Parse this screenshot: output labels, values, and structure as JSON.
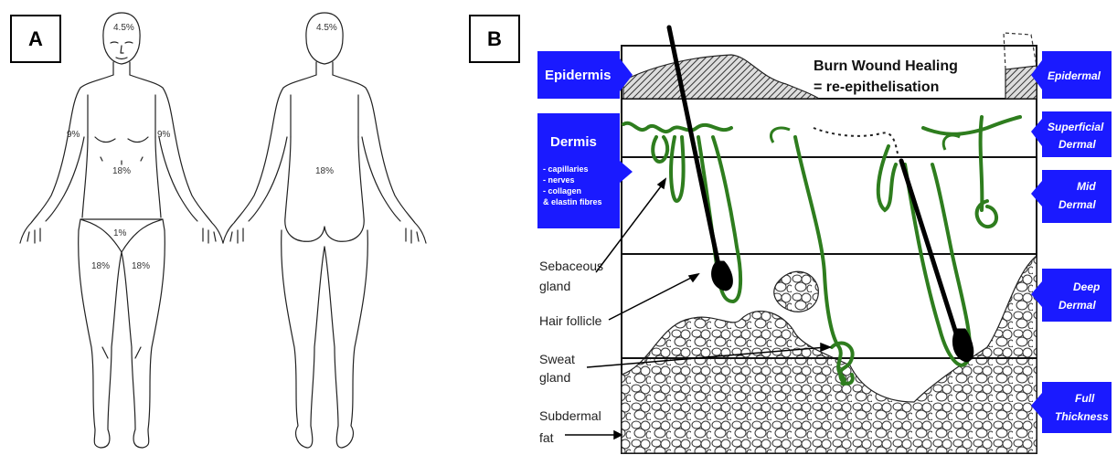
{
  "panel_a": {
    "label": "A",
    "front_percentages": {
      "head": "4.5%",
      "left_arm": "9%",
      "right_arm": "9%",
      "trunk": "18%",
      "groin": "1%",
      "left_leg": "18%",
      "right_leg": "18%"
    },
    "back_percentages": {
      "head": "4.5%",
      "trunk": "18%"
    }
  },
  "panel_b": {
    "label": "B",
    "title_line1": "Burn Wound Healing",
    "title_line2": "= re-epithelisation",
    "left_boxes": {
      "epidermis": "Epidermis",
      "dermis": "Dermis",
      "dermis_items": [
        "- capillaries",
        "- nerves",
        "- collagen",
        "& elastin fibres"
      ]
    },
    "left_labels": {
      "sebaceous_1": "Sebaceous",
      "sebaceous_2": "gland",
      "hair_follicle": "Hair follicle",
      "sweat_1": "Sweat",
      "sweat_2": "gland",
      "subdermal_1": "Subdermal",
      "subdermal_2": "fat"
    },
    "depth_labels": [
      {
        "line1": "Epidermal",
        "line2": ""
      },
      {
        "line1": "Superficial",
        "line2": "Dermal"
      },
      {
        "line1": "Mid",
        "line2": "Dermal"
      },
      {
        "line1": "Deep",
        "line2": "Dermal"
      },
      {
        "line1": "Full",
        "line2": "Thickness"
      }
    ],
    "colors": {
      "blue": "#1a1aff",
      "green": "#2e7d1e",
      "epidermis_hatch": "#444444"
    }
  }
}
